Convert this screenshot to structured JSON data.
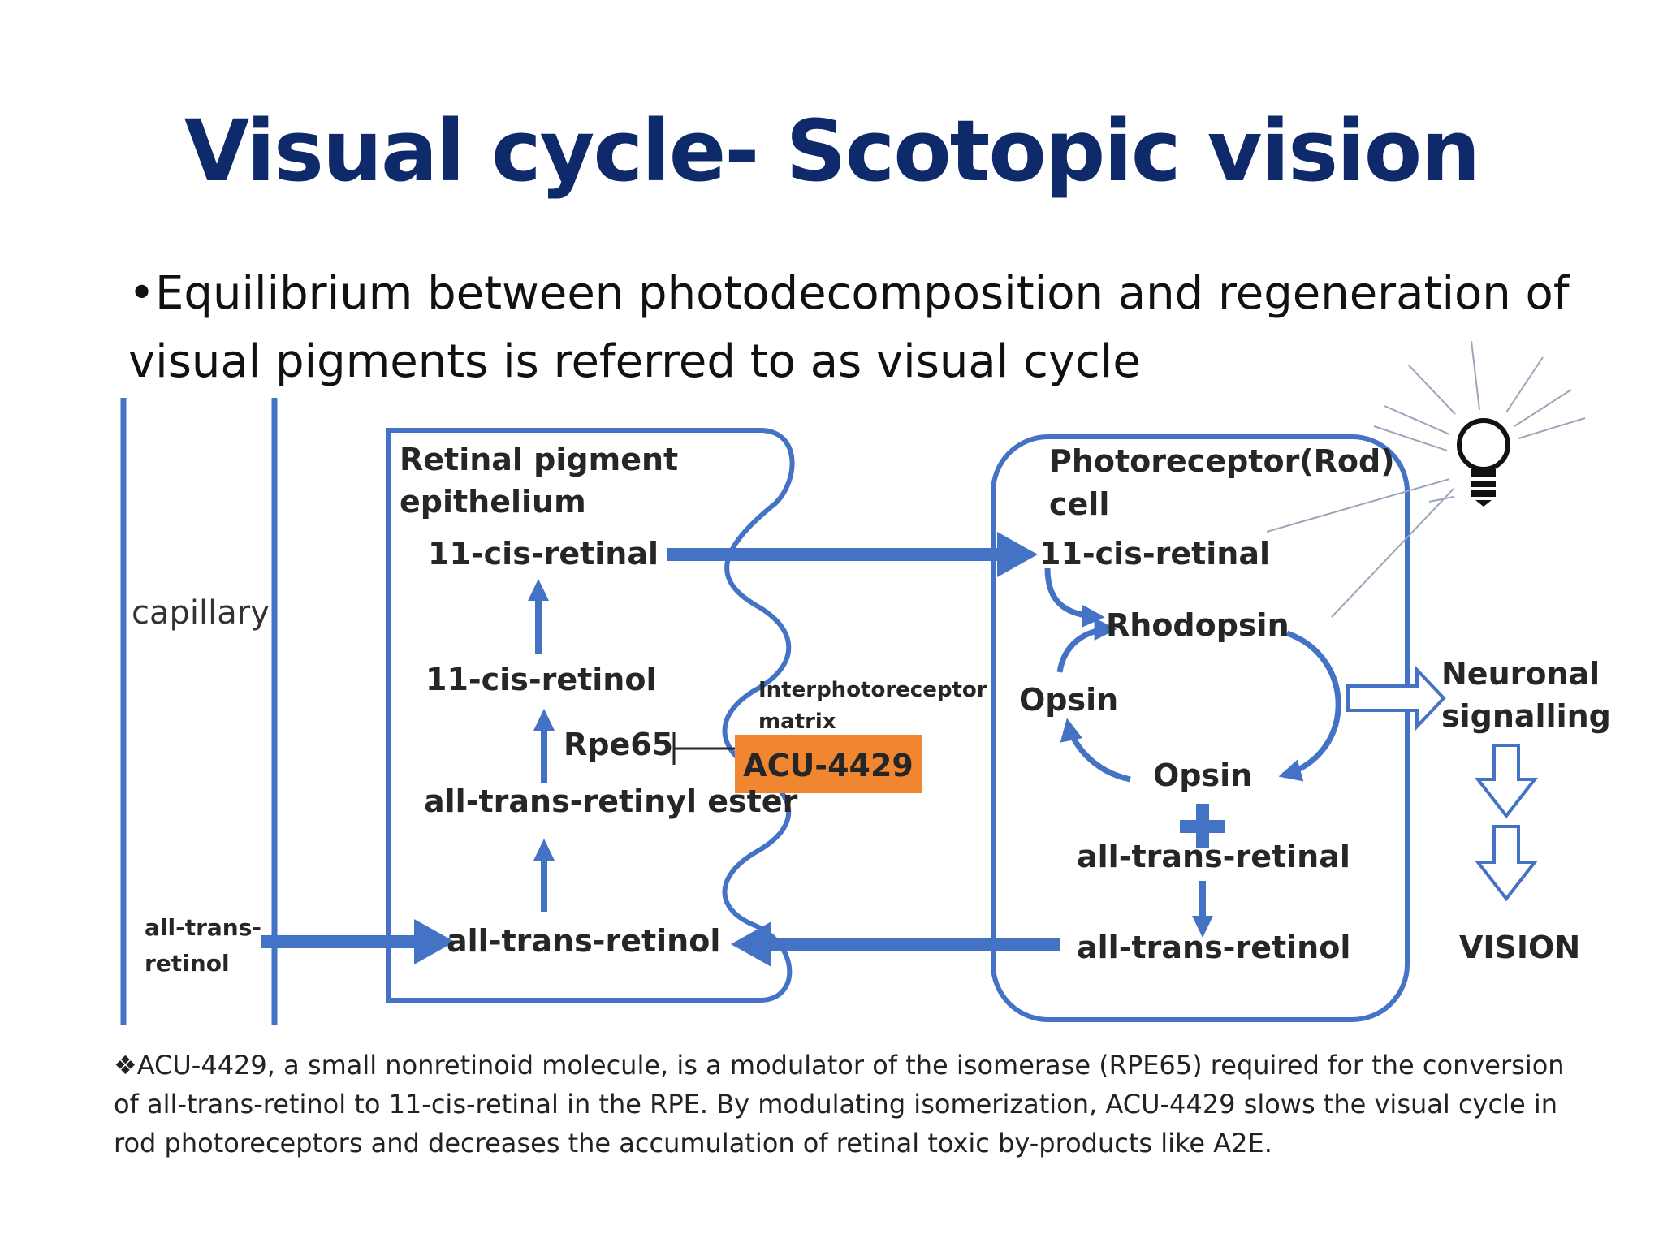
{
  "title": "Visual cycle- Scotopic vision",
  "bullet": "•Equilibrium between photodecomposition and regeneration of visual pigments is referred to as visual cycle",
  "diagram": {
    "capillary": "capillary",
    "rpe_title_1": "Retinal pigment",
    "rpe_title_2": "epithelium",
    "rpe_11_cis_retinal": "11-cis-retinal",
    "rpe_11_cis_retinol": "11-cis-retinol",
    "rpe65": "Rpe65",
    "retinyl_ester": "all-trans-retinyl ester",
    "rpe_all_trans_retinol": "all-trans-retinol",
    "blood_retinol_1": "all-trans-",
    "blood_retinol_2": "retinol",
    "ipm_1": "Interphotoreceptor",
    "ipm_2": "matrix",
    "drug": "ACU-4429",
    "rod_title_1": "Photoreceptor(Rod)",
    "rod_title_2": "cell",
    "rod_11_cis_retinal": "11-cis-retinal",
    "rhodopsin": "Rhodopsin",
    "opsin_left": "Opsin",
    "opsin_bottom": "Opsin",
    "rod_all_trans_retinal": "all-trans-retinal",
    "rod_all_trans_retinol": "all-trans-retinol",
    "neuronal_1": "Neuronal",
    "neuronal_2": "signalling",
    "vision": "VISION",
    "colors": {
      "line": "#4472c4",
      "drug_box": "#f0862f",
      "title": "#0e2a6b"
    }
  },
  "footnote": "❖ACU-4429, a small nonretinoid molecule, is a modulator of the isomerase (RPE65) required for the conversion of all-trans-retinol to 11-cis-retinal in the RPE. By modulating isomerization, ACU-4429 slows the visual cycle in rod photoreceptors and decreases the accumulation of retinal toxic by-products like A2E."
}
